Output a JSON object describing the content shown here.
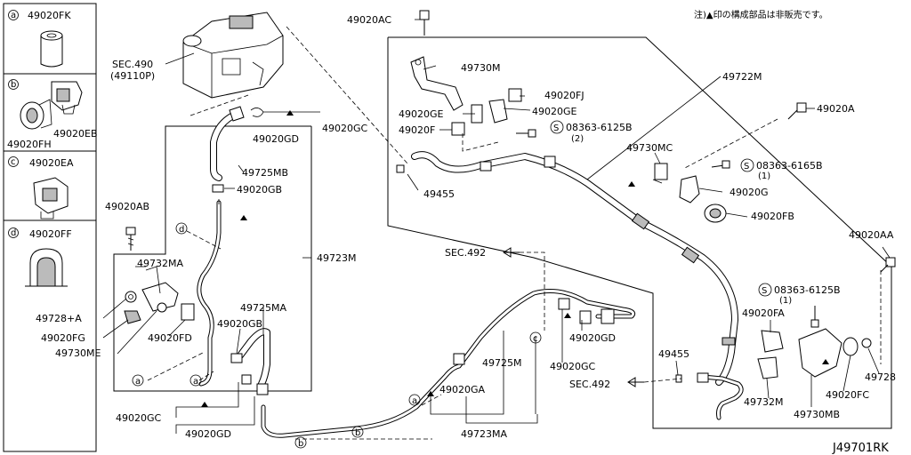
{
  "note": "注)▲印の構成部品は非販売です。",
  "footer_code": "J49701RK",
  "legend": [
    {
      "key": "ⓐ",
      "part": "49020FK"
    },
    {
      "key": "ⓑ",
      "part": "49020EB",
      "part2": "49020FH"
    },
    {
      "key": "ⓒ",
      "part": "49020EA"
    },
    {
      "key": "ⓓ",
      "part": "49020FF"
    }
  ],
  "letters": {
    "a": "a",
    "b": "b",
    "c": "c",
    "d": "d"
  },
  "labels": {
    "sec490": "SEC.490",
    "sec490_sub": "(49110P)",
    "p49020GC_top": "49020GC",
    "p49020GD_top": "49020GD",
    "p49725MB": "49725MB",
    "p49020GB_1": "49020GB",
    "p49020AB": "49020AB",
    "p49732MA": "49732MA",
    "p49723M": "49723M",
    "p49728A": "49728+A",
    "p49020FG": "49020FG",
    "p49020FD": "49020FD",
    "p49730ME": "49730ME",
    "p49725MA": "49725MA",
    "p49020GB_2": "49020GB",
    "p49020GC_bot": "49020GC",
    "p49020GD_bot": "49020GD",
    "p49020AC": "49020AC",
    "p49730M": "49730M",
    "p49020FJ": "49020FJ",
    "p49020GE_1": "49020GE",
    "p49020GE_2": "49020GE",
    "p49020F": "49020F",
    "bolt1": "08363-6125B",
    "bolt1_qty": "(2)",
    "p49455_1": "49455",
    "p49722M": "49722M",
    "p49020A": "49020A",
    "p49730MC": "49730MC",
    "bolt2": "08363-6165B",
    "bolt2_qty": "(1)",
    "p49020G": "49020G",
    "p49020FB": "49020FB",
    "p49020AA": "49020AA",
    "sec492_1": "SEC.492",
    "p49020GD_mid": "49020GD",
    "p49020GC_mid": "49020GC",
    "p49725M": "49725M",
    "p49020GA": "49020GA",
    "p49723MA": "49723MA",
    "bolt3": "08363-6125B",
    "bolt3_qty": "(1)",
    "p49020FA": "49020FA",
    "p49455_2": "49455",
    "sec492_2": "SEC.492",
    "p49732M": "49732M",
    "p49730MB": "49730MB",
    "p49020FC": "49020FC",
    "p49728": "49728"
  }
}
